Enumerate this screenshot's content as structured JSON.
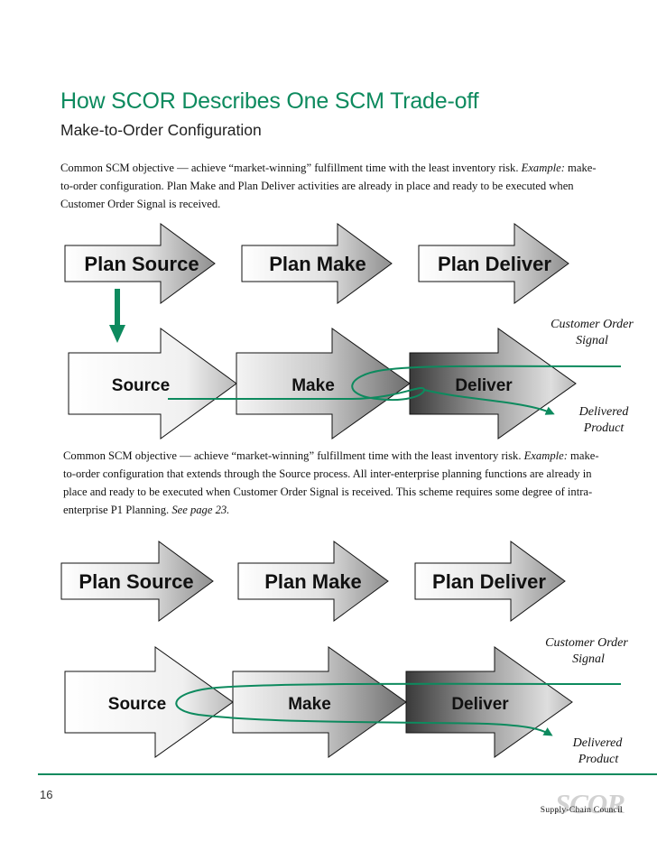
{
  "header": {
    "title": "How SCOR Describes One SCM Trade-off",
    "subtitle": "Make-to-Order Configuration"
  },
  "paragraph1": {
    "text1": "Common SCM objective — achieve “market-winning” fulfillment time with the least inventory risk. ",
    "example_label": "Example:",
    "text2": " make-to-order configuration. Plan Make and Plan Deliver activities are already in place and ready to be executed when Customer Order Signal is received."
  },
  "paragraph2": {
    "text1": "Common SCM objective — achieve “market-winning” fulfillment time with the least inventory risk. ",
    "example_label": "Example:",
    "text2": " make-to-order configuration that extends through the Source process. All inter-enterprise planning functions are already in place and ready to be executed when Customer Order Signal is received. This scheme requires some degree of intra-enterprise P1 Planning. ",
    "see_page": "See page 23."
  },
  "diagram1": {
    "plan_labels": [
      "Plan Source",
      "Plan Make",
      "Plan Deliver"
    ],
    "exec_labels": [
      "Source",
      "Make",
      "Deliver"
    ],
    "order_signal_line1": "Customer Order",
    "order_signal_line2": "Signal",
    "delivered_line1": "Delivered",
    "delivered_line2": "Product"
  },
  "diagram2": {
    "plan_labels": [
      "Plan Source",
      "Plan Make",
      "Plan Deliver"
    ],
    "exec_labels": [
      "Source",
      "Make",
      "Deliver"
    ],
    "order_signal_line1": "Customer Order",
    "order_signal_line2": "Signal",
    "delivered_line1": "Delivered",
    "delivered_line2": "Product"
  },
  "footer": {
    "page_number": "16",
    "logo_text": "SCOR",
    "council_name": "Supply-Chain Council"
  },
  "colors": {
    "accent_green": "#0d8a5e",
    "arrow_stroke": "#111111"
  }
}
